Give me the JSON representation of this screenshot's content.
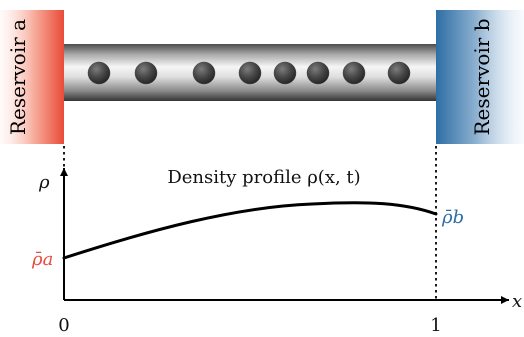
{
  "diagram": {
    "reservoir_a": {
      "label": "Reservoir a",
      "color": "#e8533f"
    },
    "reservoir_b": {
      "label": "Reservoir b",
      "color": "#2f6ea3"
    },
    "channel": {
      "particle_count": 8,
      "particle_color": "#3f3f3f"
    },
    "profile": {
      "title": "Density profile ρ(x, t)",
      "y_axis_symbol": "ρ",
      "x_axis_symbol": "x",
      "left_value_label": "ρ̄a",
      "right_value_label": "ρ̄b",
      "x_ticks": [
        "0",
        "1"
      ]
    }
  }
}
